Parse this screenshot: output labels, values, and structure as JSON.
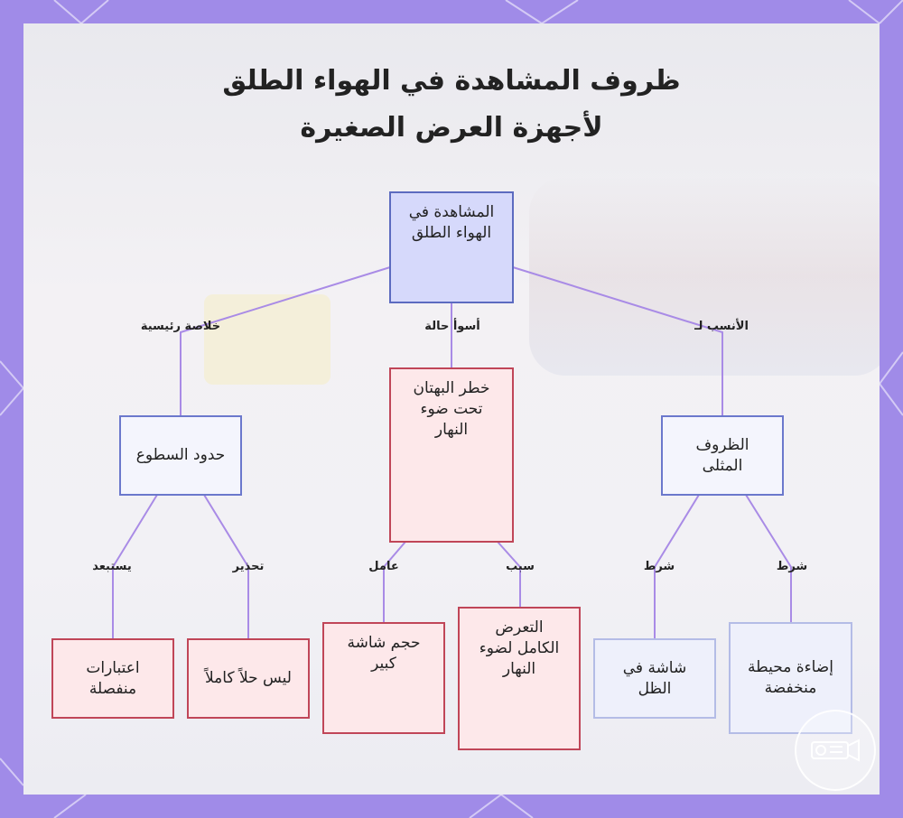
{
  "title": {
    "line1": "ظروف المشاهدة في الهواء الطلق",
    "line2": "لأجهزة العرض الصغيرة"
  },
  "nodes": {
    "root": "المشاهدة في الهواء الطلق",
    "optimal": "الظروف المثلى",
    "danger": "خطر البهتان تحت ضوء النهار",
    "limits": "حدود السطوع",
    "ambient": "إضاءة محيطة منخفضة",
    "shade": "شاشة في الظل",
    "exposure": "التعرض الكامل لضوء النهار",
    "bigscreen": "حجم شاشة كبير",
    "notfull": "ليس حلاً كاملاً",
    "separate": "اعتبارات منفصلة"
  },
  "edges": {
    "best_for": "الأنسب لـ",
    "worst_case": "أسوأ حالة",
    "key_takeaway": "خلاصة رئيسية",
    "condition_1": "شرط",
    "condition_2": "شرط",
    "cause": "سبب",
    "factor": "عامل",
    "warning": "تحذير",
    "excludes": "يستبعد"
  },
  "colors": {
    "frame": "#a08be8",
    "edge": "#a98be6",
    "root_fill": "#d6d9fb",
    "blue_border": "#6b78cc",
    "red_border": "#c04658",
    "red_fill": "#fde8ea"
  },
  "icons": {
    "watermark": "projector-icon"
  }
}
